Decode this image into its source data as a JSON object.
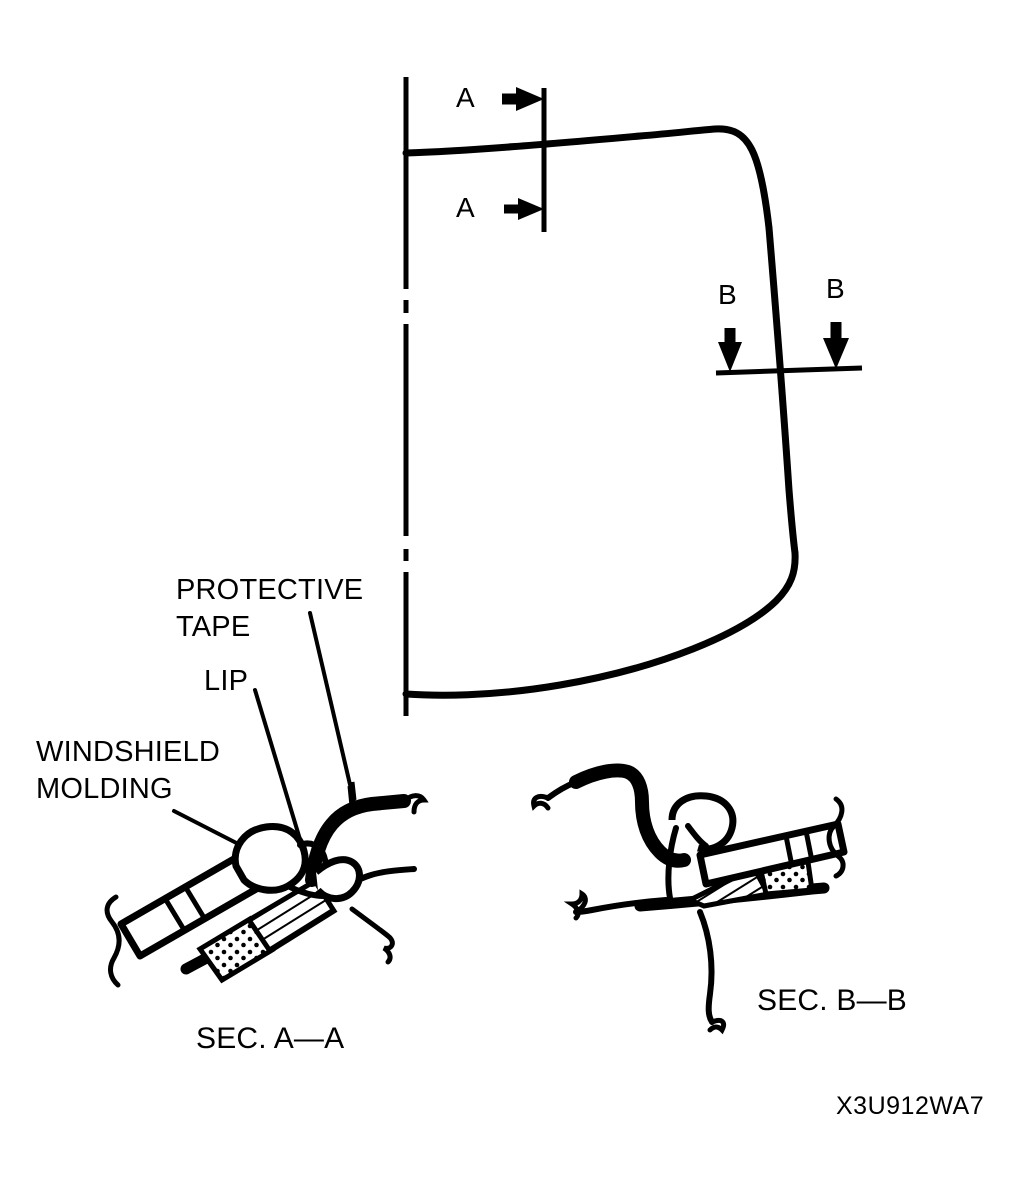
{
  "figure": {
    "code": "X3U912WA7",
    "type": "windshield-molding-cross-section-diagram"
  },
  "section_markers": {
    "a_top": "A",
    "a_bottom": "A",
    "b_left": "B",
    "b_right": "B"
  },
  "callouts": {
    "protective_tape_line1": "PROTECTIVE",
    "protective_tape_line2": "TAPE",
    "lip": "LIP",
    "windshield_molding_line1": "WINDSHIELD",
    "windshield_molding_line2": "MOLDING"
  },
  "captions": {
    "section_a": "SEC. A—A",
    "section_b": "SEC. B—B"
  },
  "colors": {
    "ink": "#000000",
    "paper": "#ffffff"
  }
}
